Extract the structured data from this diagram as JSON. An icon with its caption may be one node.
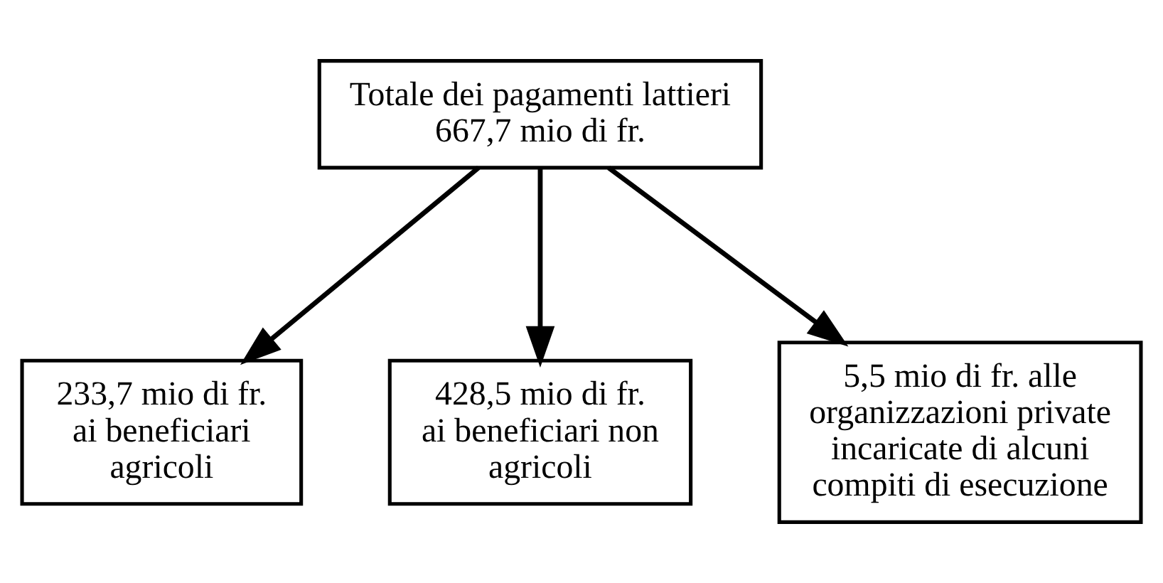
{
  "diagram": {
    "nodes": [
      {
        "text": [
          "Totale dei pagamenti lattieri",
          "667,7 mio di fr."
        ]
      },
      {
        "text": [
          "233,7 mio di fr. ai beneficiari agricoli"
        ]
      },
      {
        "text": [
          "428,5 mio di fr. ai beneficiari non agricoli"
        ]
      },
      {
        "text": [
          "5,5 mio di fr. alle organizzazioni private incaricate di alcuni compiti di esecuzione"
        ]
      }
    ],
    "edges": [
      {
        "from": 0,
        "to": 1,
        "arrow": "to"
      },
      {
        "from": 0,
        "to": 2,
        "arrow": "to"
      },
      {
        "from": 0,
        "to": 3,
        "arrow": "to"
      }
    ]
  }
}
